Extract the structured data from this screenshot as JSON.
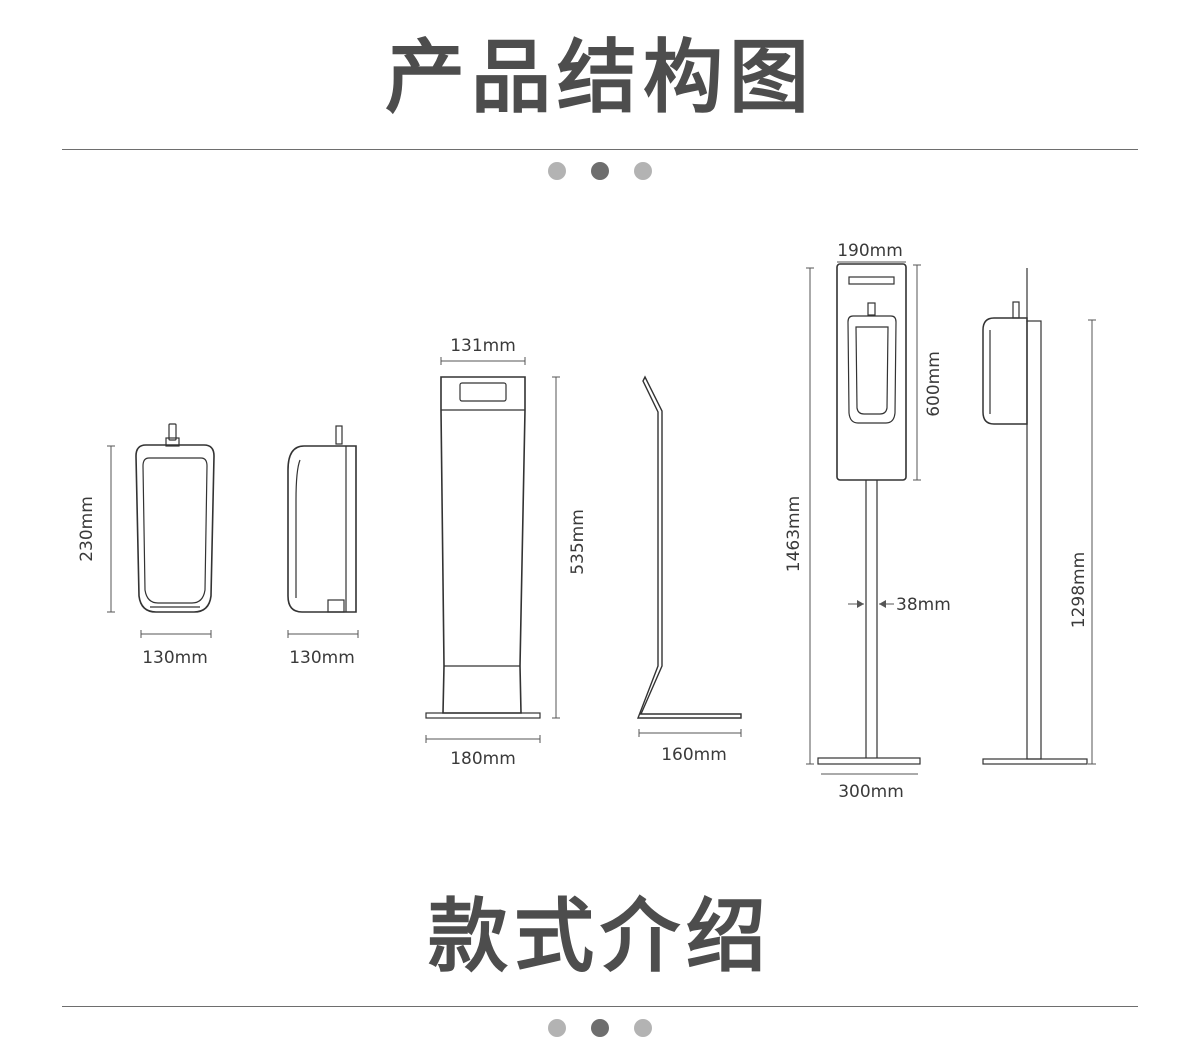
{
  "sections": {
    "structure": {
      "title": "产品结构图",
      "dots": [
        "inactive",
        "active",
        "inactive"
      ]
    },
    "styles": {
      "title": "款式介绍",
      "dots": [
        "inactive",
        "active",
        "inactive"
      ]
    }
  },
  "dimensions": {
    "dispenser_front_height": "230mm",
    "dispenser_front_width": "130mm",
    "dispenser_side_width": "130mm",
    "floor_stand_top_width": "131mm",
    "floor_stand_height": "535mm",
    "floor_stand_base_width": "180mm",
    "floor_stand_side_base": "160mm",
    "pole_panel_width": "190mm",
    "pole_panel_height": "600mm",
    "pole_total_height": "1463mm",
    "pole_diameter": "38mm",
    "pole_base_width": "300mm",
    "pole_side_height": "1298mm"
  },
  "colors": {
    "title": "#4d4d4d",
    "rule": "#6e6e6e",
    "dot_inactive": "#b3b3b3",
    "dot_active": "#6e6e6e",
    "drawing_line": "#333333",
    "dimension_line": "#555555"
  }
}
